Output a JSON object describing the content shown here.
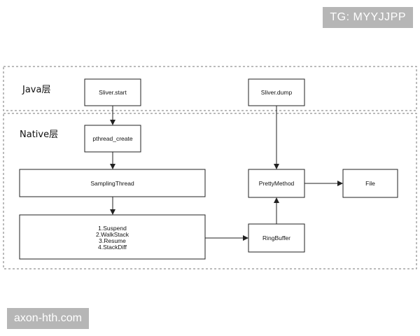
{
  "watermark": {
    "top_right": "TG: MYYJJPP",
    "bottom_left": "axon-hth.com"
  },
  "layers": {
    "java": "Java层",
    "native": "Native层"
  },
  "nodes": {
    "sliver_start": "Sliver.start",
    "sliver_dump": "Sliver.dump",
    "pthread_create": "pthread_create",
    "sampling_thread": "SamplingThread",
    "steps": [
      "1.Suspend",
      "2.WalkStack",
      "3.Resume",
      "4.StackDiff"
    ],
    "pretty_method": "PrettyMethod",
    "file": "File",
    "ring_buffer": "RingBuffer"
  },
  "colors": {
    "stroke": "#222222",
    "dashed": "#777777",
    "watermark_bg": "#b6b6b6",
    "watermark_text": "#ffffff"
  }
}
